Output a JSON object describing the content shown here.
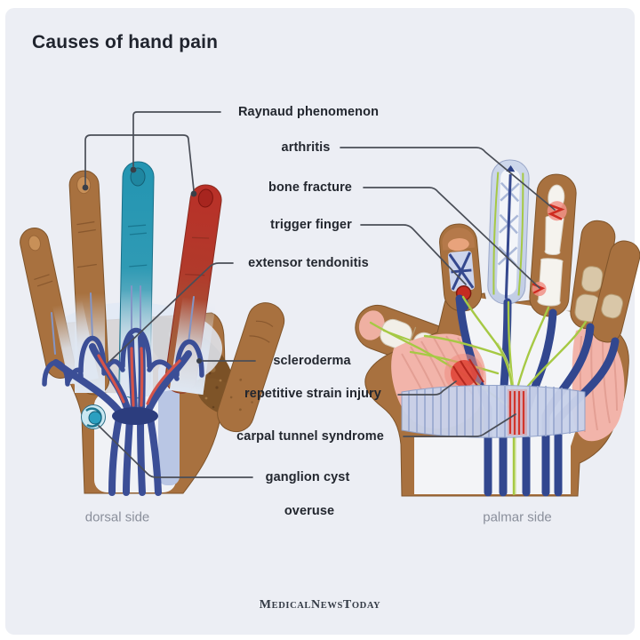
{
  "title": "Causes of hand pain",
  "labels": {
    "raynaud": "Raynaud phenomenon",
    "arthritis": "arthritis",
    "bone_fracture": "bone fracture",
    "trigger_finger": "trigger finger",
    "extensor_tendonitis": "extensor tendonitis",
    "scleroderma": "scleroderma",
    "repetitive_strain_injury": "repetitive strain injury",
    "carpal_tunnel_syndrome": "carpal tunnel syndrome",
    "ganglion_cyst": "ganglion cyst",
    "overuse": "overuse"
  },
  "captions": {
    "left": "dorsal side",
    "right": "palmar side"
  },
  "logo": {
    "m": "M",
    "edical": "EDICAL",
    "n": "N",
    "ews": "EWS",
    "t": "T",
    "oday": "ODAY"
  },
  "colors": {
    "page_background": "#FFFFFF",
    "card_background": "#ECEEF4",
    "title_text": "#20242E",
    "label_text": "#23272F",
    "caption_text": "#8A8F9B",
    "connector_line": "#4A4E57",
    "skin_brown": "#A8713F",
    "skin_outline": "#7F542A",
    "raynaud_teal_finger": "#2395B2",
    "raynaud_red_finger": "#B93028",
    "tendon_blue": "#35488E",
    "muscle_red_streak": "#D4544A",
    "nerve_green": "#A6C944",
    "muscle_pink": "#F2B4AA",
    "carpal_band": "#C9D2EA",
    "inflammation_red": "#D2352C",
    "bone_white": "#F5F3EE",
    "ganglion_teal": "#2B9FC0",
    "knuckle_glow": "#DFE7F2"
  }
}
